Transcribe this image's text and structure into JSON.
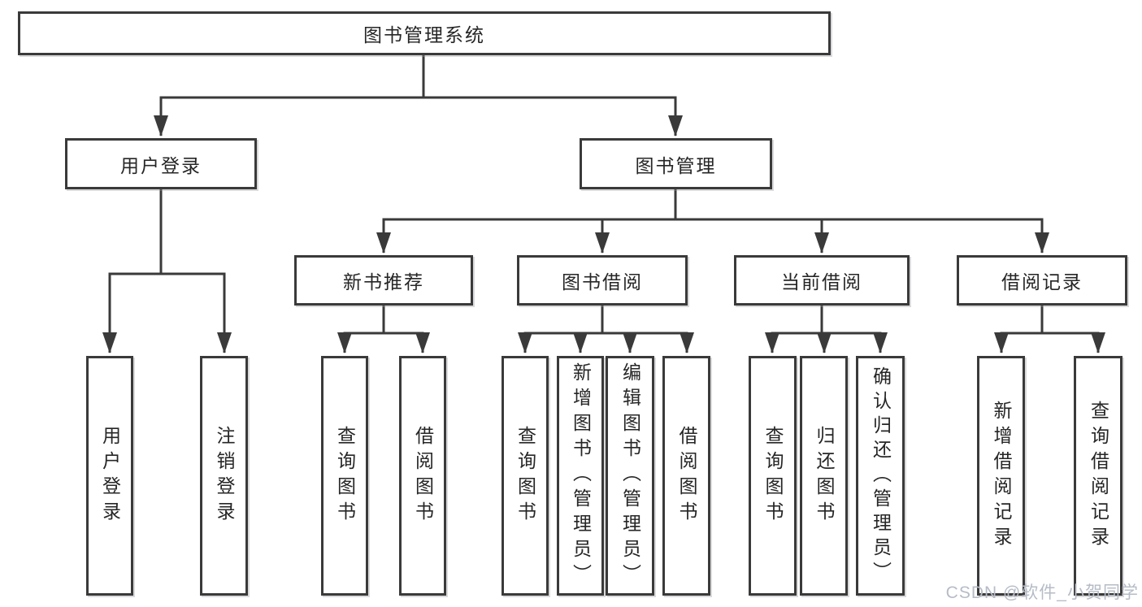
{
  "diagram": {
    "root": {
      "label": "图书管理系统"
    },
    "level2": [
      {
        "label": "用户登录"
      },
      {
        "label": "图书管理"
      }
    ],
    "level3": [
      {
        "label": "新书推荐",
        "parent": "图书管理"
      },
      {
        "label": "图书借阅",
        "parent": "图书管理"
      },
      {
        "label": "当前借阅",
        "parent": "图书管理"
      },
      {
        "label": "借阅记录",
        "parent": "图书管理"
      }
    ],
    "leaves": [
      {
        "label": "用户登录",
        "parent": "用户登录"
      },
      {
        "label": "注销登录",
        "parent": "用户登录"
      },
      {
        "label": "查询图书",
        "parent": "新书推荐"
      },
      {
        "label": "借阅图书",
        "parent": "新书推荐"
      },
      {
        "label": "查询图书",
        "parent": "图书借阅"
      },
      {
        "label": "新增图书（管理员）",
        "parent": "图书借阅"
      },
      {
        "label": "编辑图书（管理员）",
        "parent": "图书借阅"
      },
      {
        "label": "借阅图书",
        "parent": "图书借阅"
      },
      {
        "label": "查询图书",
        "parent": "当前借阅"
      },
      {
        "label": "归还图书",
        "parent": "当前借阅"
      },
      {
        "label": "确认归还（管理员）",
        "parent": "当前借阅"
      },
      {
        "label": "新增借阅记录",
        "parent": "借阅记录"
      },
      {
        "label": "查询借阅记录",
        "parent": "借阅记录"
      }
    ],
    "watermark": "CSDN @软件_小贺同学",
    "colors": {
      "line": "#3a3a3a",
      "text": "#262626",
      "watermark": "#b6bcc6",
      "background": "#ffffff"
    }
  }
}
